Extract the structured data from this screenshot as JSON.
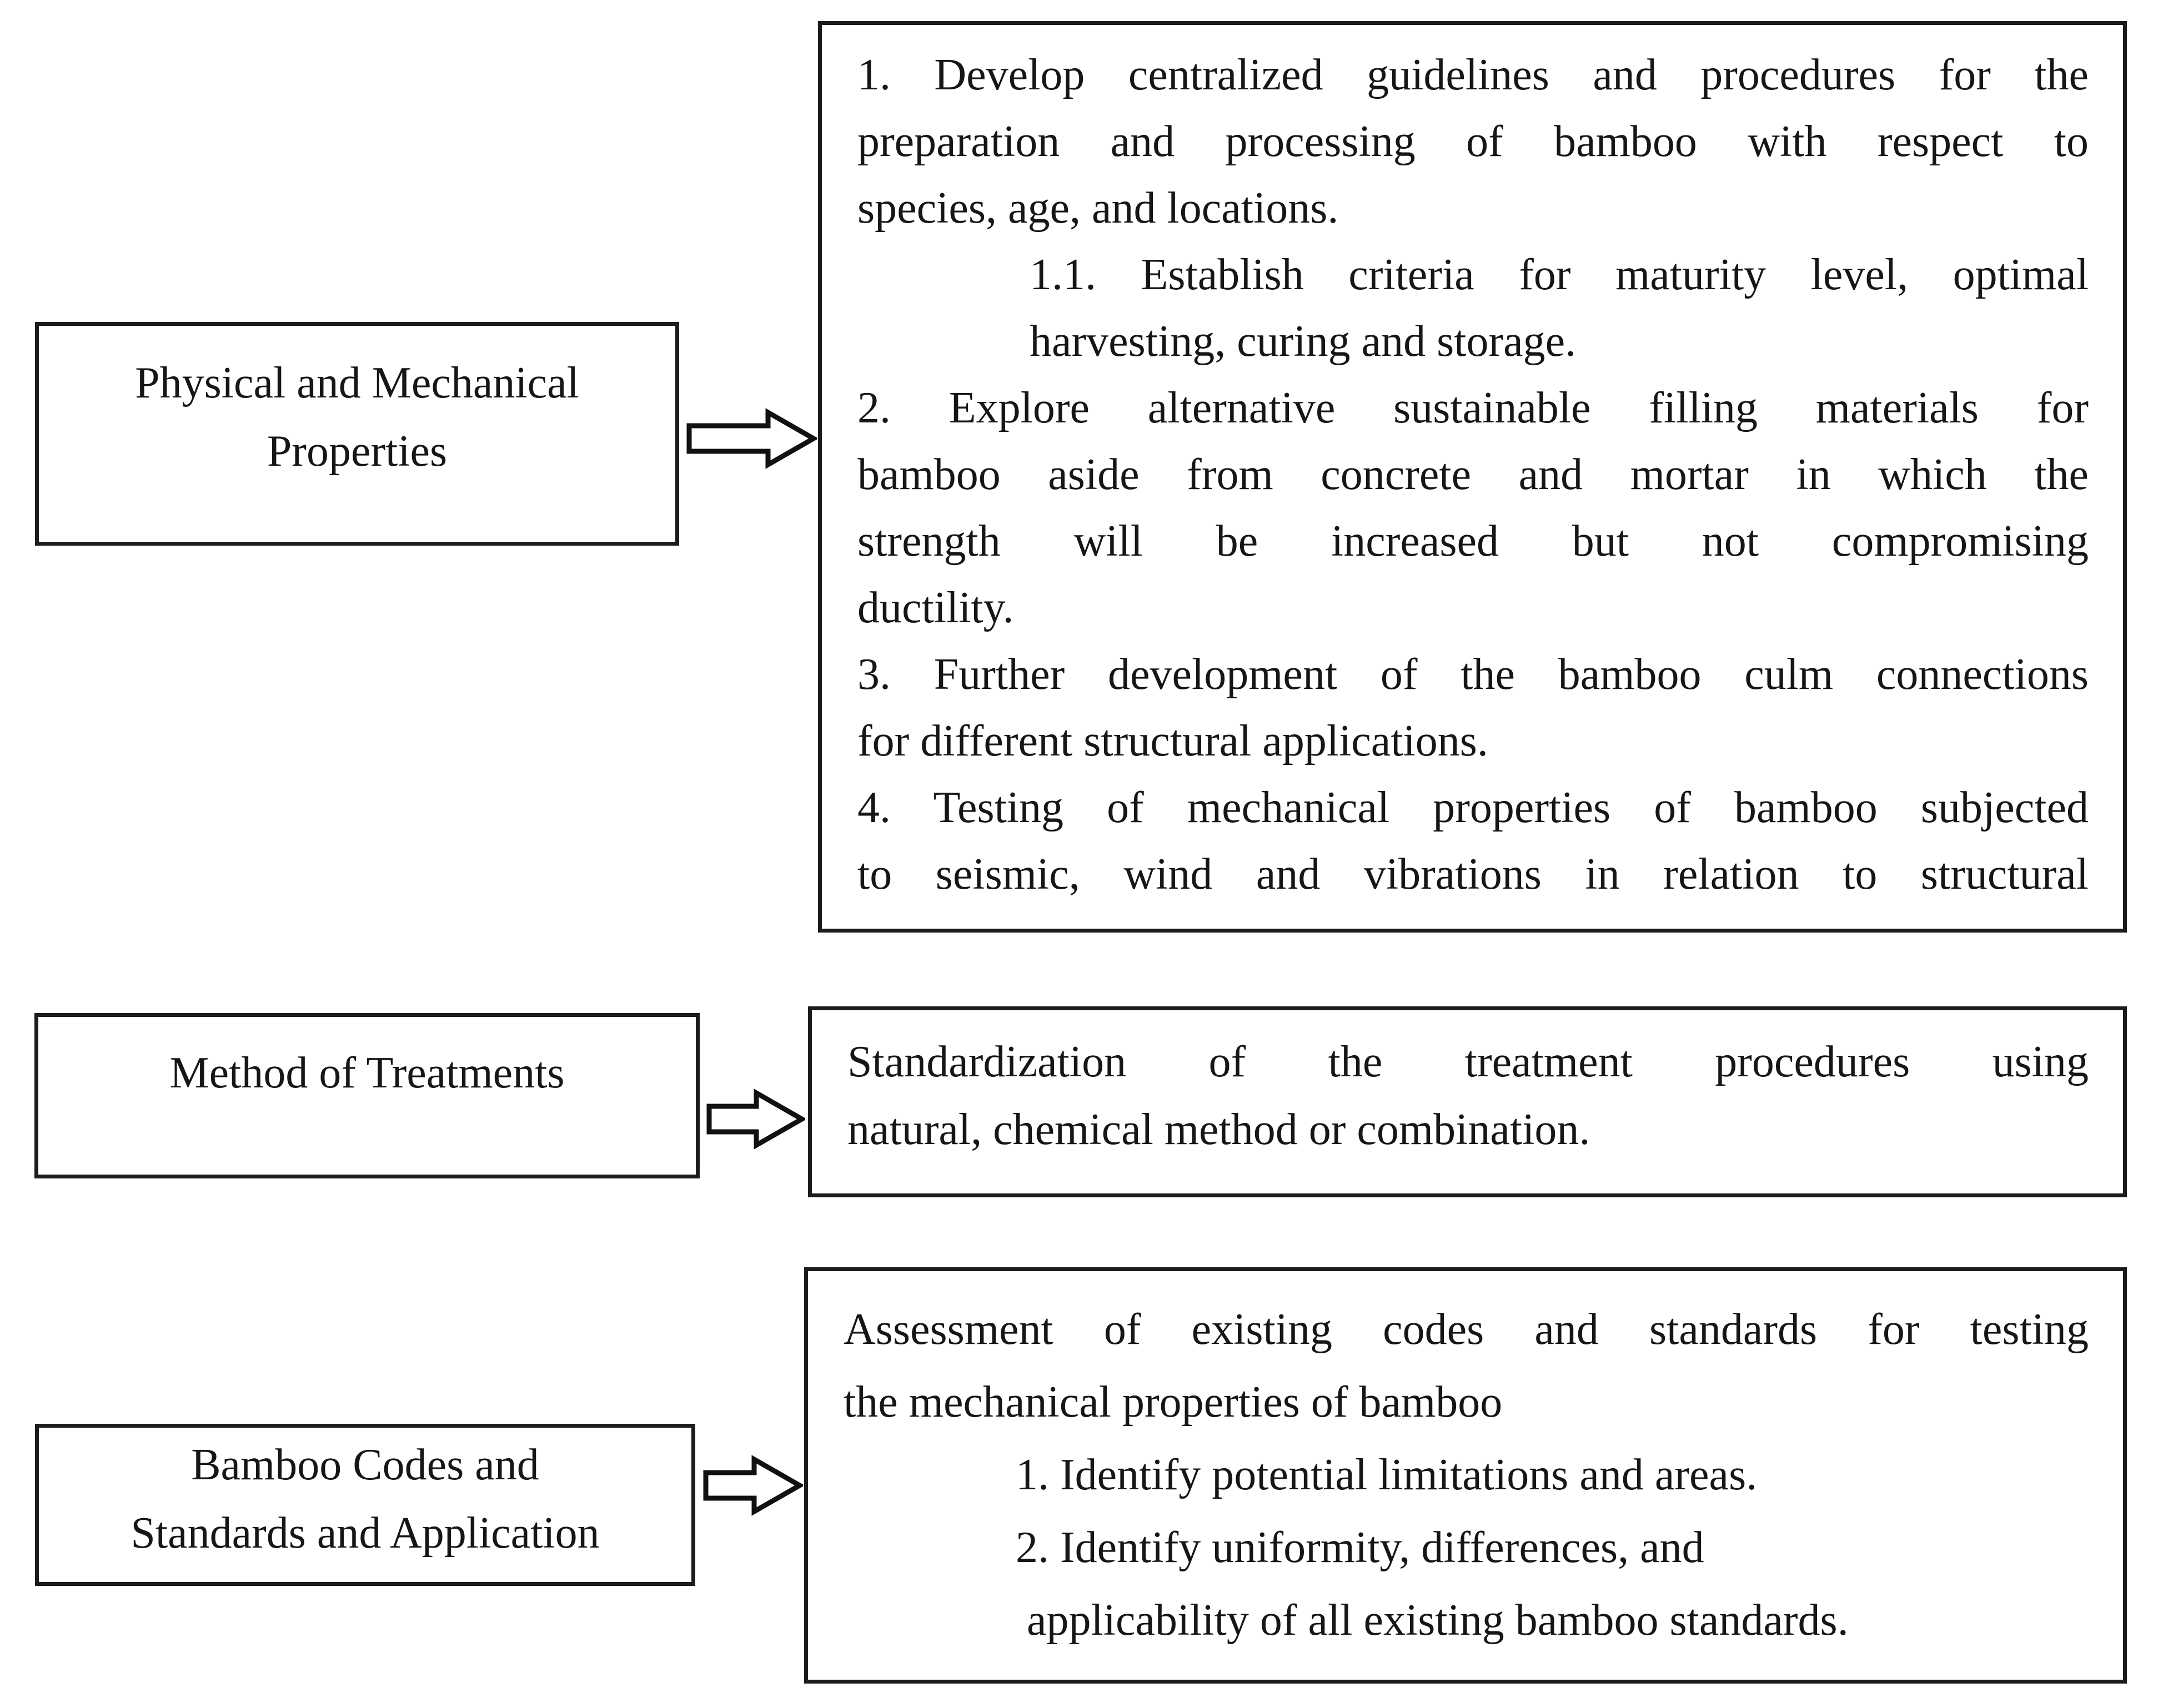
{
  "rows": [
    {
      "label_lines": [
        "Physical and Mechanical",
        "Properties"
      ],
      "content_lines": [
        "1. Develop centralized guidelines and procedures for the",
        "preparation and processing of bamboo with respect to",
        "species, age, and locations.",
        "1.1. Establish criteria for maturity level, optimal",
        "harvesting, curing and storage.",
        "2. Explore alternative sustainable filling materials for",
        "bamboo aside from concrete and mortar in which the",
        "strength will be increased but not compromising",
        "ductility.",
        "3. Further development of the bamboo culm connections",
        "for different structural applications.",
        "4. Testing of mechanical properties of bamboo subjected",
        "to seismic, wind and vibrations in relation to structural"
      ]
    },
    {
      "label_lines": [
        "Method of Treatments"
      ],
      "content_lines": [
        "Standardization of the treatment procedures using",
        "natural, chemical method or combination."
      ]
    },
    {
      "label_lines": [
        "Bamboo Codes and",
        "Standards and Application"
      ],
      "content_lines": [
        "Assessment of existing codes and standards for testing",
        "the mechanical properties of bamboo",
        "1. Identify potential limitations and areas.",
        "2. Identify uniformity, differences, and",
        "applicability of all existing bamboo standards."
      ]
    }
  ]
}
